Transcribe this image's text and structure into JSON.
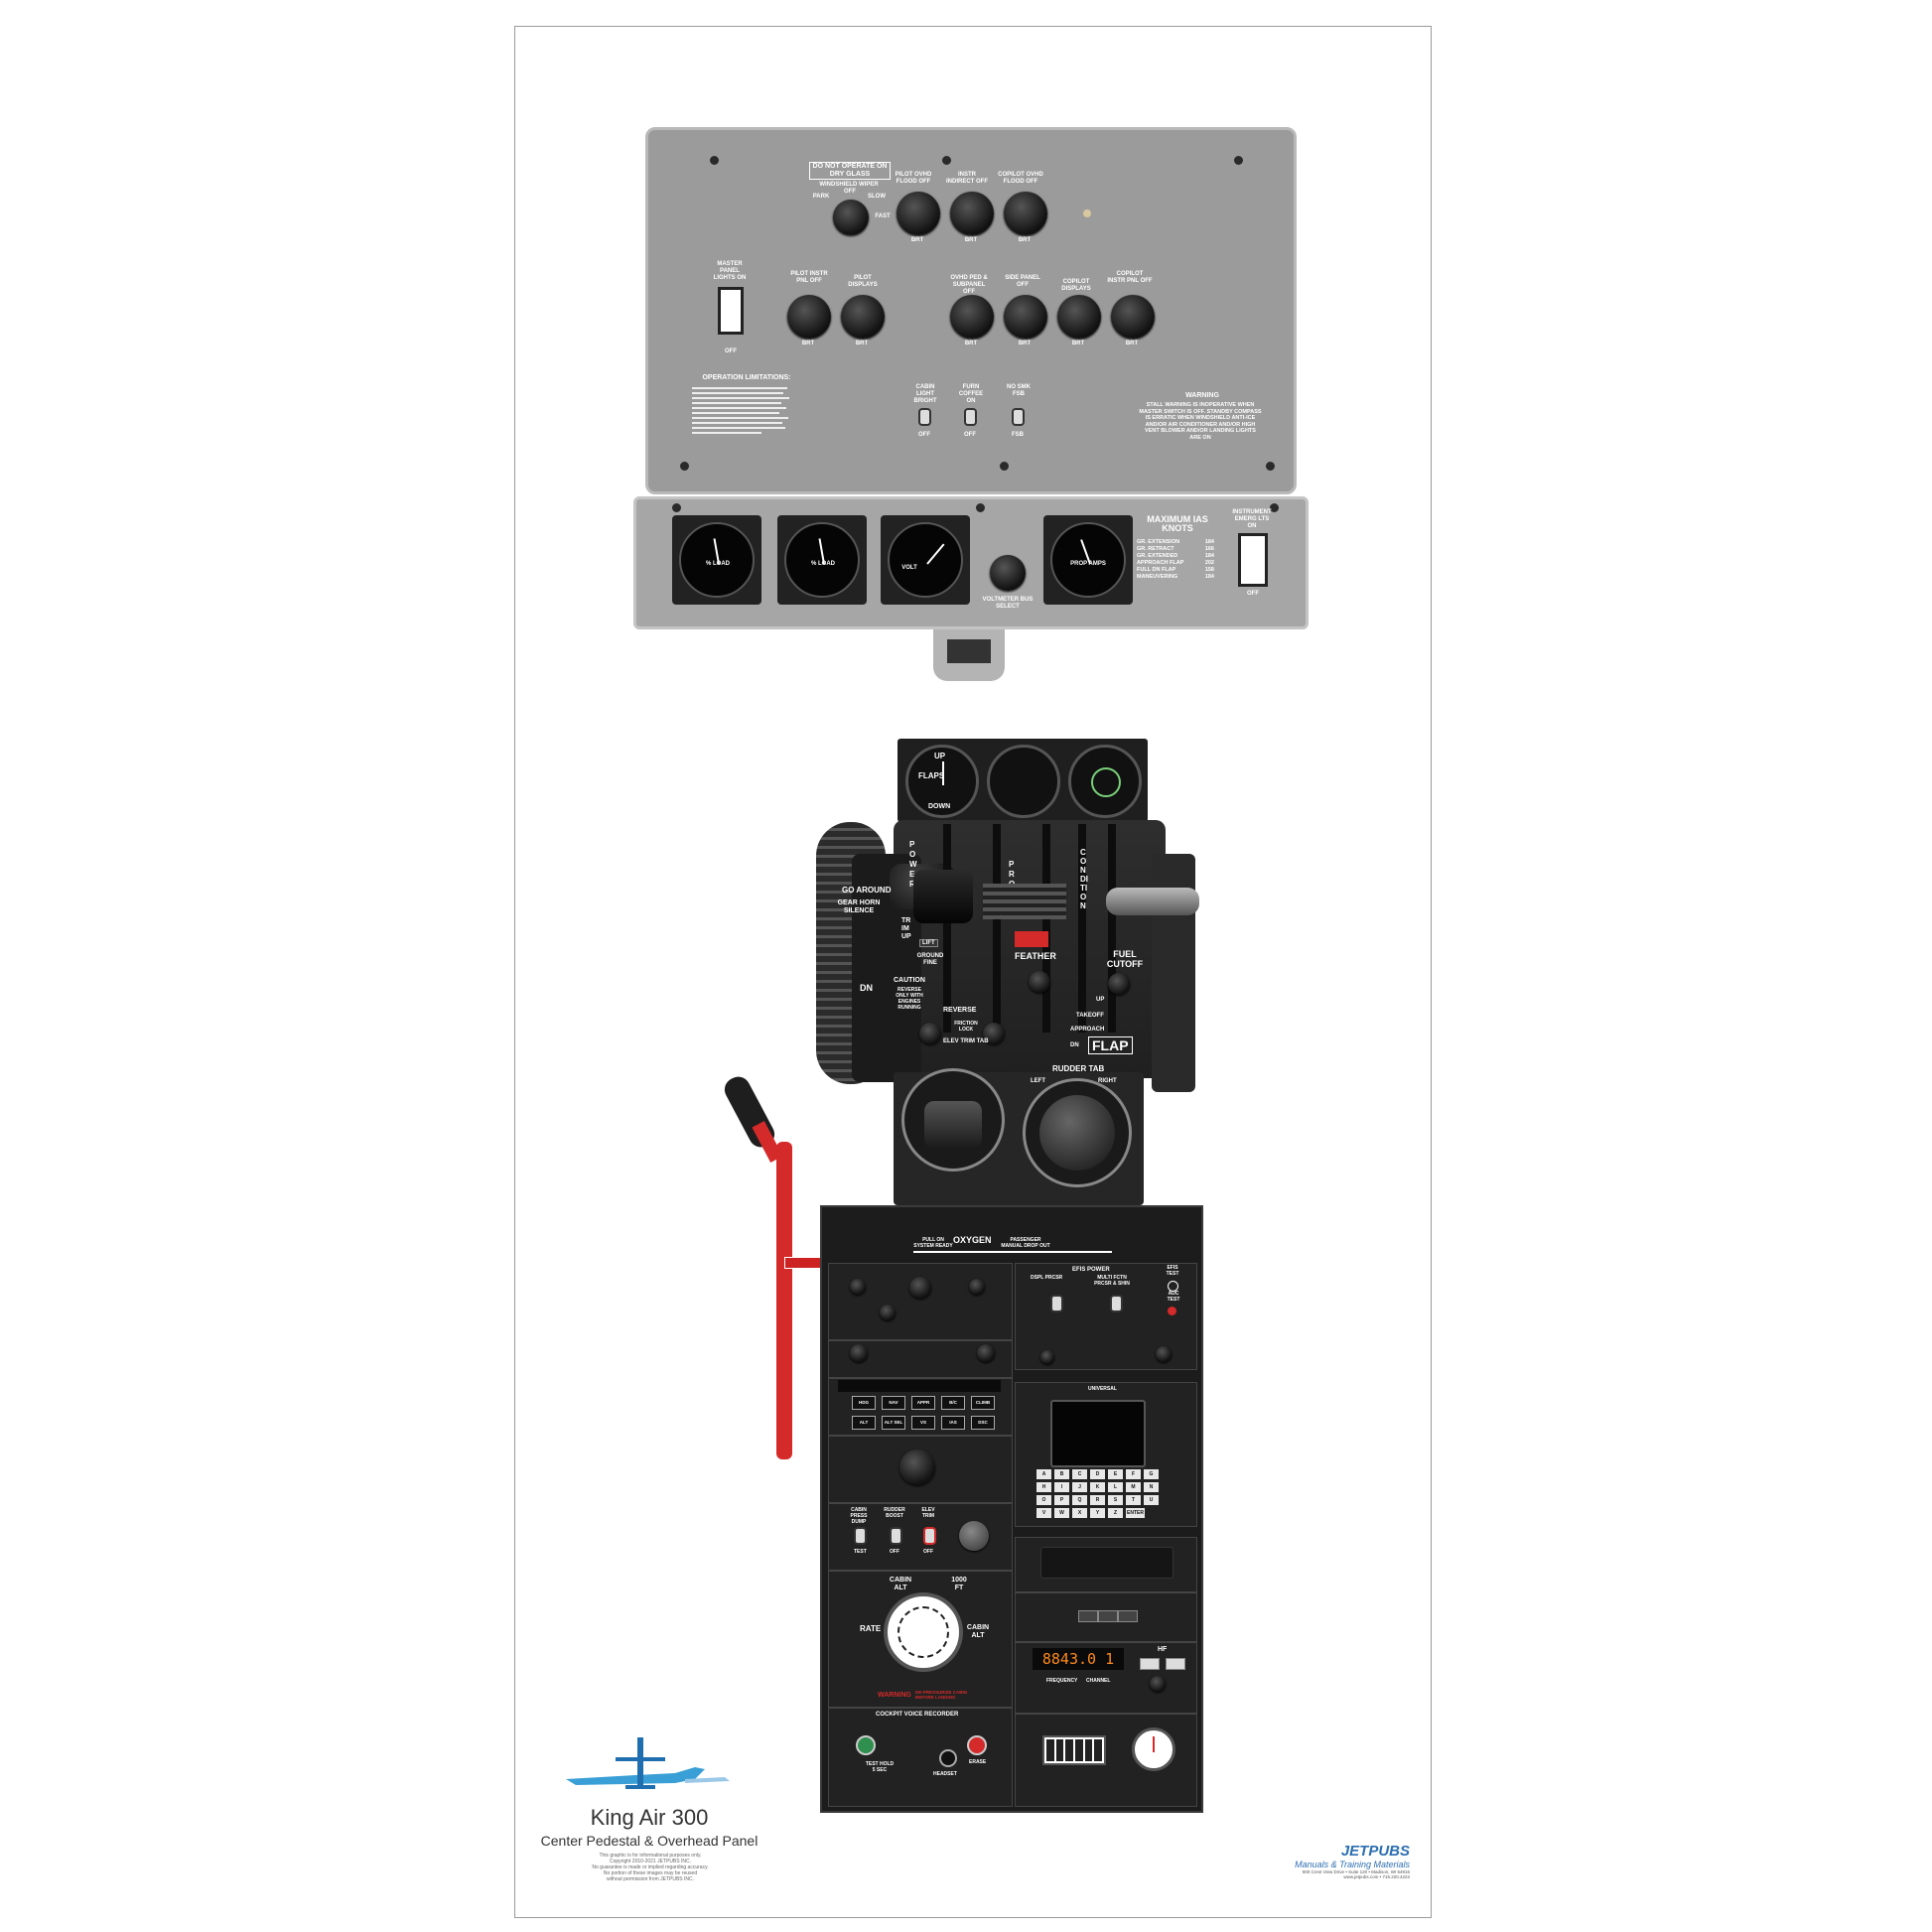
{
  "overhead": {
    "warning_box": "DO NOT OPERATE ON DRY GLASS",
    "windshield_wiper": "WINDSHIELD WIPER",
    "wiper_off": "OFF",
    "wiper_park": "PARK",
    "wiper_slow": "SLOW",
    "wiper_fast": "FAST",
    "knob_top_labels": [
      "PILOT OVHD FLOOD OFF",
      "INSTR INDIRECT OFF",
      "COPILOT OVHD FLOOD OFF"
    ],
    "knob_bottom_labels_left": [
      "PILOT INSTR PNL OFF",
      "PILOT DISPLAYS"
    ],
    "knob_bottom_labels_right": [
      "OVHD PED & SUBPANEL OFF",
      "SIDE PANEL OFF",
      "COPILOT DISPLAYS",
      "COPILOT INSTR PNL OFF"
    ],
    "brt": "BRT",
    "master_panel_lights": "MASTER PANEL LIGHTS ON",
    "master_off": "OFF",
    "operation_limitations_title": "OPERATION LIMITATIONS:",
    "cabin_light": "CABIN LIGHT BRIGHT",
    "furn_coffee": "FURN COFFEE ON",
    "no_smk_fsb": "NO SMK FSB",
    "toggle_off_1": "OFF",
    "toggle_off_2": "OFF",
    "toggle_fsb": "FSB",
    "warning_title": "WARNING",
    "warning_text": "STALL WARNING IS INOPERATIVE WHEN MASTER SWITCH IS OFF. STANDBY COMPASS IS ERRATIC WHEN WINDSHIELD ANTI-ICE AND/OR AIR CONDITIONER AND/OR HIGH VENT BLOWER AND/OR LANDING LIGHTS ARE ON"
  },
  "subpanel": {
    "gauge1": "% LOAD",
    "gauge2": "% LOAD",
    "gauge3": "VOLT",
    "voltmeter": "VOLTMETER BUS SELECT",
    "gauge4": "PROP AMPS",
    "max_ias_title": "MAXIMUM IAS KNOTS",
    "max_ias_rows": [
      {
        "item": "GR. EXTENSION",
        "kts": "184"
      },
      {
        "item": "GR. RETRACT",
        "kts": "166"
      },
      {
        "item": "GR. EXTENDED",
        "kts": "184"
      },
      {
        "item": "APPROACH FLAP",
        "kts": "202"
      },
      {
        "item": "FULL DN FLAP",
        "kts": "158"
      },
      {
        "item": "MANEUVERING",
        "kts": "184"
      }
    ],
    "instr_emerg": "INSTRUMENT EMERG LTS ON",
    "instr_off": "OFF"
  },
  "pedestal": {
    "flaps_up": "UP",
    "flaps": "FLAPS",
    "flaps_down": "DOWN",
    "go_around": "GO AROUND",
    "gear_horn_silence": "GEAR HORN SILENCE",
    "trim_up": "TRIM UP",
    "dn": "DN",
    "power": "POWER",
    "prop": "PROP",
    "condition": "CONDITION",
    "feather": "FEATHER",
    "fuel_cutoff": "FUEL CUTOFF",
    "lift": "LIFT",
    "ground_fine": "GROUND FINE",
    "caution": "CAUTION",
    "caution_text": "REVERSE ONLY WITH ENGINES RUNNING",
    "reverse": "REVERSE",
    "friction_lock": "FRICTION LOCK",
    "elev_trim_tab": "ELEV TRIM TAB",
    "flap_up": "UP",
    "flap_takeoff": "TAKEOFF",
    "flap_approach": "APPROACH",
    "flap_dn": "DN",
    "flap": "FLAP",
    "rudder_tab": "RUDDER TAB",
    "left": "LEFT",
    "right": "RIGHT",
    "oxygen": "OXYGEN",
    "pull_on": "PULL ON SYSTEM READY",
    "passenger_manual": "PASSENGER MANUAL DROP OUT",
    "efis_power": "EFIS POWER",
    "dspl_prcsr": "DSPL PRCSR",
    "multi_fctn": "MULTI FCTN PRCSR & SHIN",
    "efis_test": "EFIS TEST",
    "adc_test": "ADC TEST",
    "universal": "UNIVERSAL",
    "fms_keys": [
      "A",
      "B",
      "C",
      "D",
      "E",
      "F",
      "G",
      "H",
      "I",
      "J",
      "K",
      "L",
      "M",
      "N",
      "O",
      "P",
      "Q",
      "R",
      "S",
      "T",
      "U",
      "V",
      "W",
      "X",
      "Y",
      "Z",
      "ENTER"
    ],
    "ap_buttons_row1": [
      "HDG",
      "NAV",
      "APPR",
      "B/C",
      "CLIMB"
    ],
    "ap_buttons_row2": [
      "ALT",
      "ALT SEL",
      "VS",
      "IAS",
      "DSC"
    ],
    "cabin_press_dump": "CABIN PRESS DUMP",
    "rudder_boost": "RUDDER BOOST",
    "elev_trim": "ELEV TRIM",
    "test": "TEST",
    "off1": "OFF",
    "off2": "OFF",
    "cabin_alt": "CABIN ALT",
    "thousand_ft": "1000 FT",
    "rate": "RATE",
    "cabin_alt_right": "CABIN ALT",
    "warning": "WARNING",
    "warning_detail": "DE-PRESSURIZE CABIN BEFORE LANDING",
    "cvr": "COCKPIT VOICE RECORDER",
    "test_hold": "TEST HOLD 5 SEC",
    "headset": "HEADSET",
    "erase": "ERASE",
    "hf_freq": "8843.0 1",
    "hf": "HF",
    "frequency": "FREQUENCY",
    "channel": "CHANNEL"
  },
  "branding": {
    "title": "King Air 300",
    "subtitle": "Center Pedestal & Overhead Panel",
    "fine_print": [
      "This graphic is for informational purposes only.",
      "Copyright 2010-2021 JETPUBS INC.",
      "No guarantee is made or implied regarding accuracy.",
      "No portion of these images may be reused",
      "without permission from JETPUBS INC."
    ],
    "jetpubs": "JETPUBS",
    "jetpubs_tagline": "Manuals & Training Materials",
    "address": "900 Crest View Drive • Suite 120 • Madison, WI 54916",
    "web": "www.jetpubs.com • 715.220.4222"
  },
  "colors": {
    "overhead_grey": "#9b9b9b",
    "pedestal_black": "#1f1f1f",
    "emergency_red": "#d42a2a",
    "jetpubs_blue": "#2d6fb1"
  }
}
